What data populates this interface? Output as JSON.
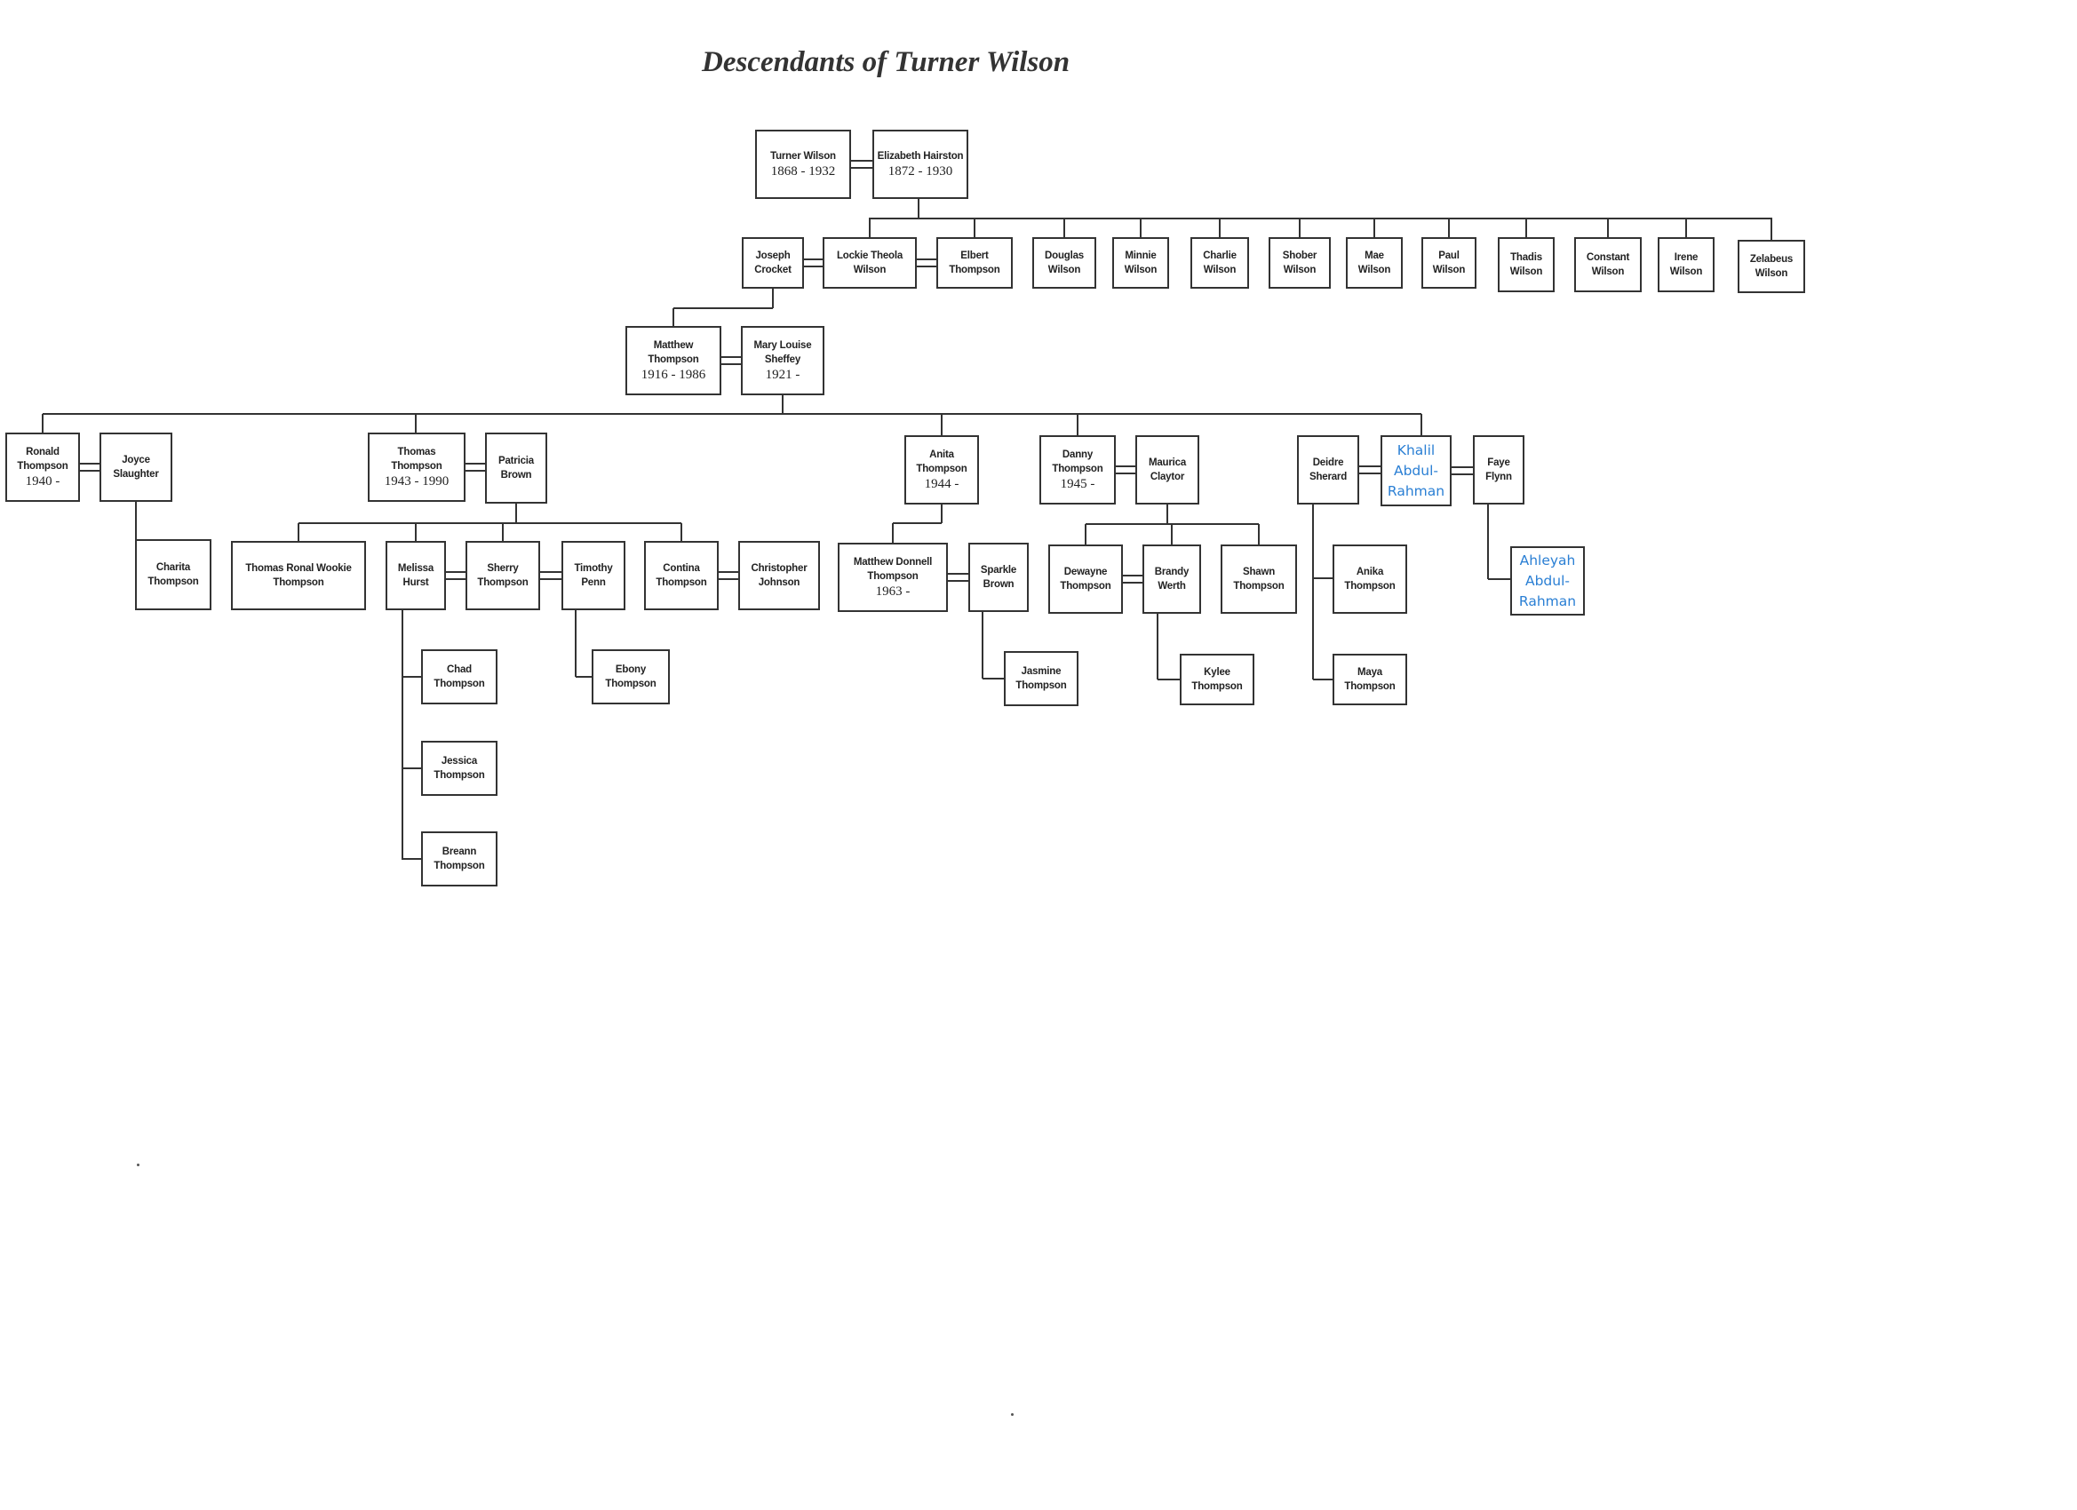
{
  "title": "Descendants of Turner Wilson",
  "colors": {
    "line": "#333333",
    "added_name": "#2a7fd4"
  },
  "people": {
    "turner": {
      "name": "Turner Wilson",
      "dates": "1868 - 1932"
    },
    "elizabeth": {
      "name": "Elizabeth Hairston",
      "dates": "1872 - 1930"
    },
    "joseph": {
      "name": "Joseph Crocket",
      "dates": ""
    },
    "lockie": {
      "name": "Lockie Theola Wilson",
      "dates": ""
    },
    "elbert": {
      "name": "Elbert Thompson",
      "dates": ""
    },
    "douglas": {
      "name": "Douglas Wilson",
      "dates": ""
    },
    "minnie": {
      "name": "Minnie Wilson",
      "dates": ""
    },
    "charlie": {
      "name": "Charlie Wilson",
      "dates": ""
    },
    "shober": {
      "name": "Shober Wilson",
      "dates": ""
    },
    "mae": {
      "name": "Mae Wilson",
      "dates": ""
    },
    "paul": {
      "name": "Paul Wilson",
      "dates": ""
    },
    "thadis": {
      "name": "Thadis Wilson",
      "dates": ""
    },
    "constant": {
      "name": "Constant Wilson",
      "dates": ""
    },
    "irene": {
      "name": "Irene Wilson",
      "dates": ""
    },
    "zelabeus": {
      "name": "Zelabeus Wilson",
      "dates": ""
    },
    "matthew": {
      "name": "Matthew Thompson",
      "dates": "1916 - 1986"
    },
    "marylouise": {
      "name": "Mary Louise Sheffey",
      "dates": "1921 -"
    },
    "ronald": {
      "name": "Ronald Thompson",
      "dates": "1940 -"
    },
    "joyce": {
      "name": "Joyce Slaughter",
      "dates": ""
    },
    "charita": {
      "name": "Charita Thompson",
      "dates": ""
    },
    "thomas": {
      "name": "Thomas Thompson",
      "dates": "1943 - 1990"
    },
    "patricia": {
      "name": "Patricia Brown",
      "dates": ""
    },
    "wookie": {
      "name": "Thomas Ronal Wookie Thompson",
      "dates": ""
    },
    "melissa": {
      "name": "Melissa Hurst",
      "dates": ""
    },
    "sherry": {
      "name": "Sherry Thompson",
      "dates": ""
    },
    "timothy": {
      "name": "Timothy Penn",
      "dates": ""
    },
    "contina": {
      "name": "Contina Thompson",
      "dates": ""
    },
    "christopher": {
      "name": "Christopher Johnson",
      "dates": ""
    },
    "chad": {
      "name": "Chad Thompson",
      "dates": ""
    },
    "jessica": {
      "name": "Jessica Thompson",
      "dates": ""
    },
    "breann": {
      "name": "Breann Thompson",
      "dates": ""
    },
    "ebony": {
      "name": "Ebony Thompson",
      "dates": ""
    },
    "anita": {
      "name": "Anita Thompson",
      "dates": "1944 -"
    },
    "matthewdonnell": {
      "name": "Matthew Donnell Thompson",
      "dates": "1963 -"
    },
    "sparkle": {
      "name": "Sparkle Brown",
      "dates": ""
    },
    "jasmine": {
      "name": "Jasmine Thompson",
      "dates": ""
    },
    "danny": {
      "name": "Danny Thompson",
      "dates": "1945 -"
    },
    "maurica": {
      "name": "Maurica Claytor",
      "dates": ""
    },
    "dewayne": {
      "name": "Dewayne Thompson",
      "dates": ""
    },
    "brandy": {
      "name": "Brandy Werth",
      "dates": ""
    },
    "shawn": {
      "name": "Shawn Thompson",
      "dates": ""
    },
    "kylee": {
      "name": "Kylee Thompson",
      "dates": ""
    },
    "deidre": {
      "name": "Deidre Sherard",
      "dates": ""
    },
    "khalil": {
      "name": "Khalil Abdul-Rahman",
      "dates": ""
    },
    "faye": {
      "name": "Faye Flynn",
      "dates": ""
    },
    "anika": {
      "name": "Anika Thompson",
      "dates": ""
    },
    "maya": {
      "name": "Maya Thompson",
      "dates": ""
    },
    "ahleyah": {
      "name": "Ahleyah Abdul-Rahman",
      "dates": ""
    }
  }
}
